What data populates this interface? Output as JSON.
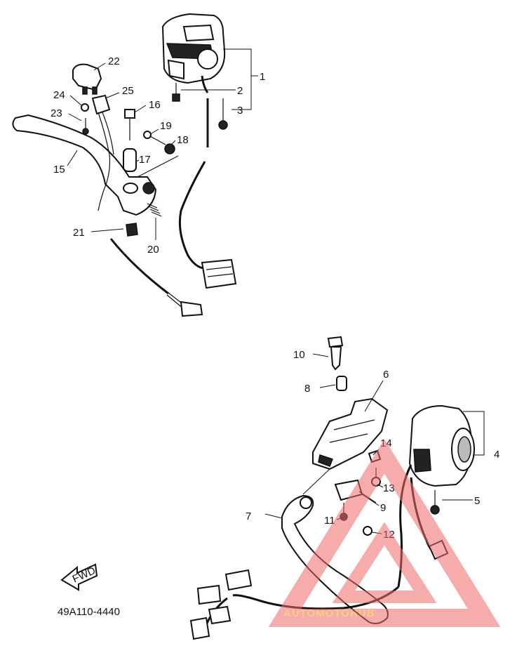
{
  "diagram": {
    "part_code": "49A110-4440",
    "fwd_label": "FWD",
    "watermark_text": "AUTOMOTOHUB",
    "watermark_color": "#f26a6a",
    "watermark_accent": "#f5a623",
    "callouts": {
      "c1": "1",
      "c2": "2",
      "c3": "3",
      "c4": "4",
      "c5": "5",
      "c6": "6",
      "c7": "7",
      "c8": "8",
      "c9": "9",
      "c10": "10",
      "c11": "11",
      "c12": "12",
      "c13": "13",
      "c14": "14",
      "c15": "15",
      "c16": "16",
      "c17": "17",
      "c18": "18",
      "c19": "19",
      "c20": "20",
      "c21": "21",
      "c22": "22",
      "c23": "23",
      "c24": "24",
      "c25": "25"
    }
  }
}
